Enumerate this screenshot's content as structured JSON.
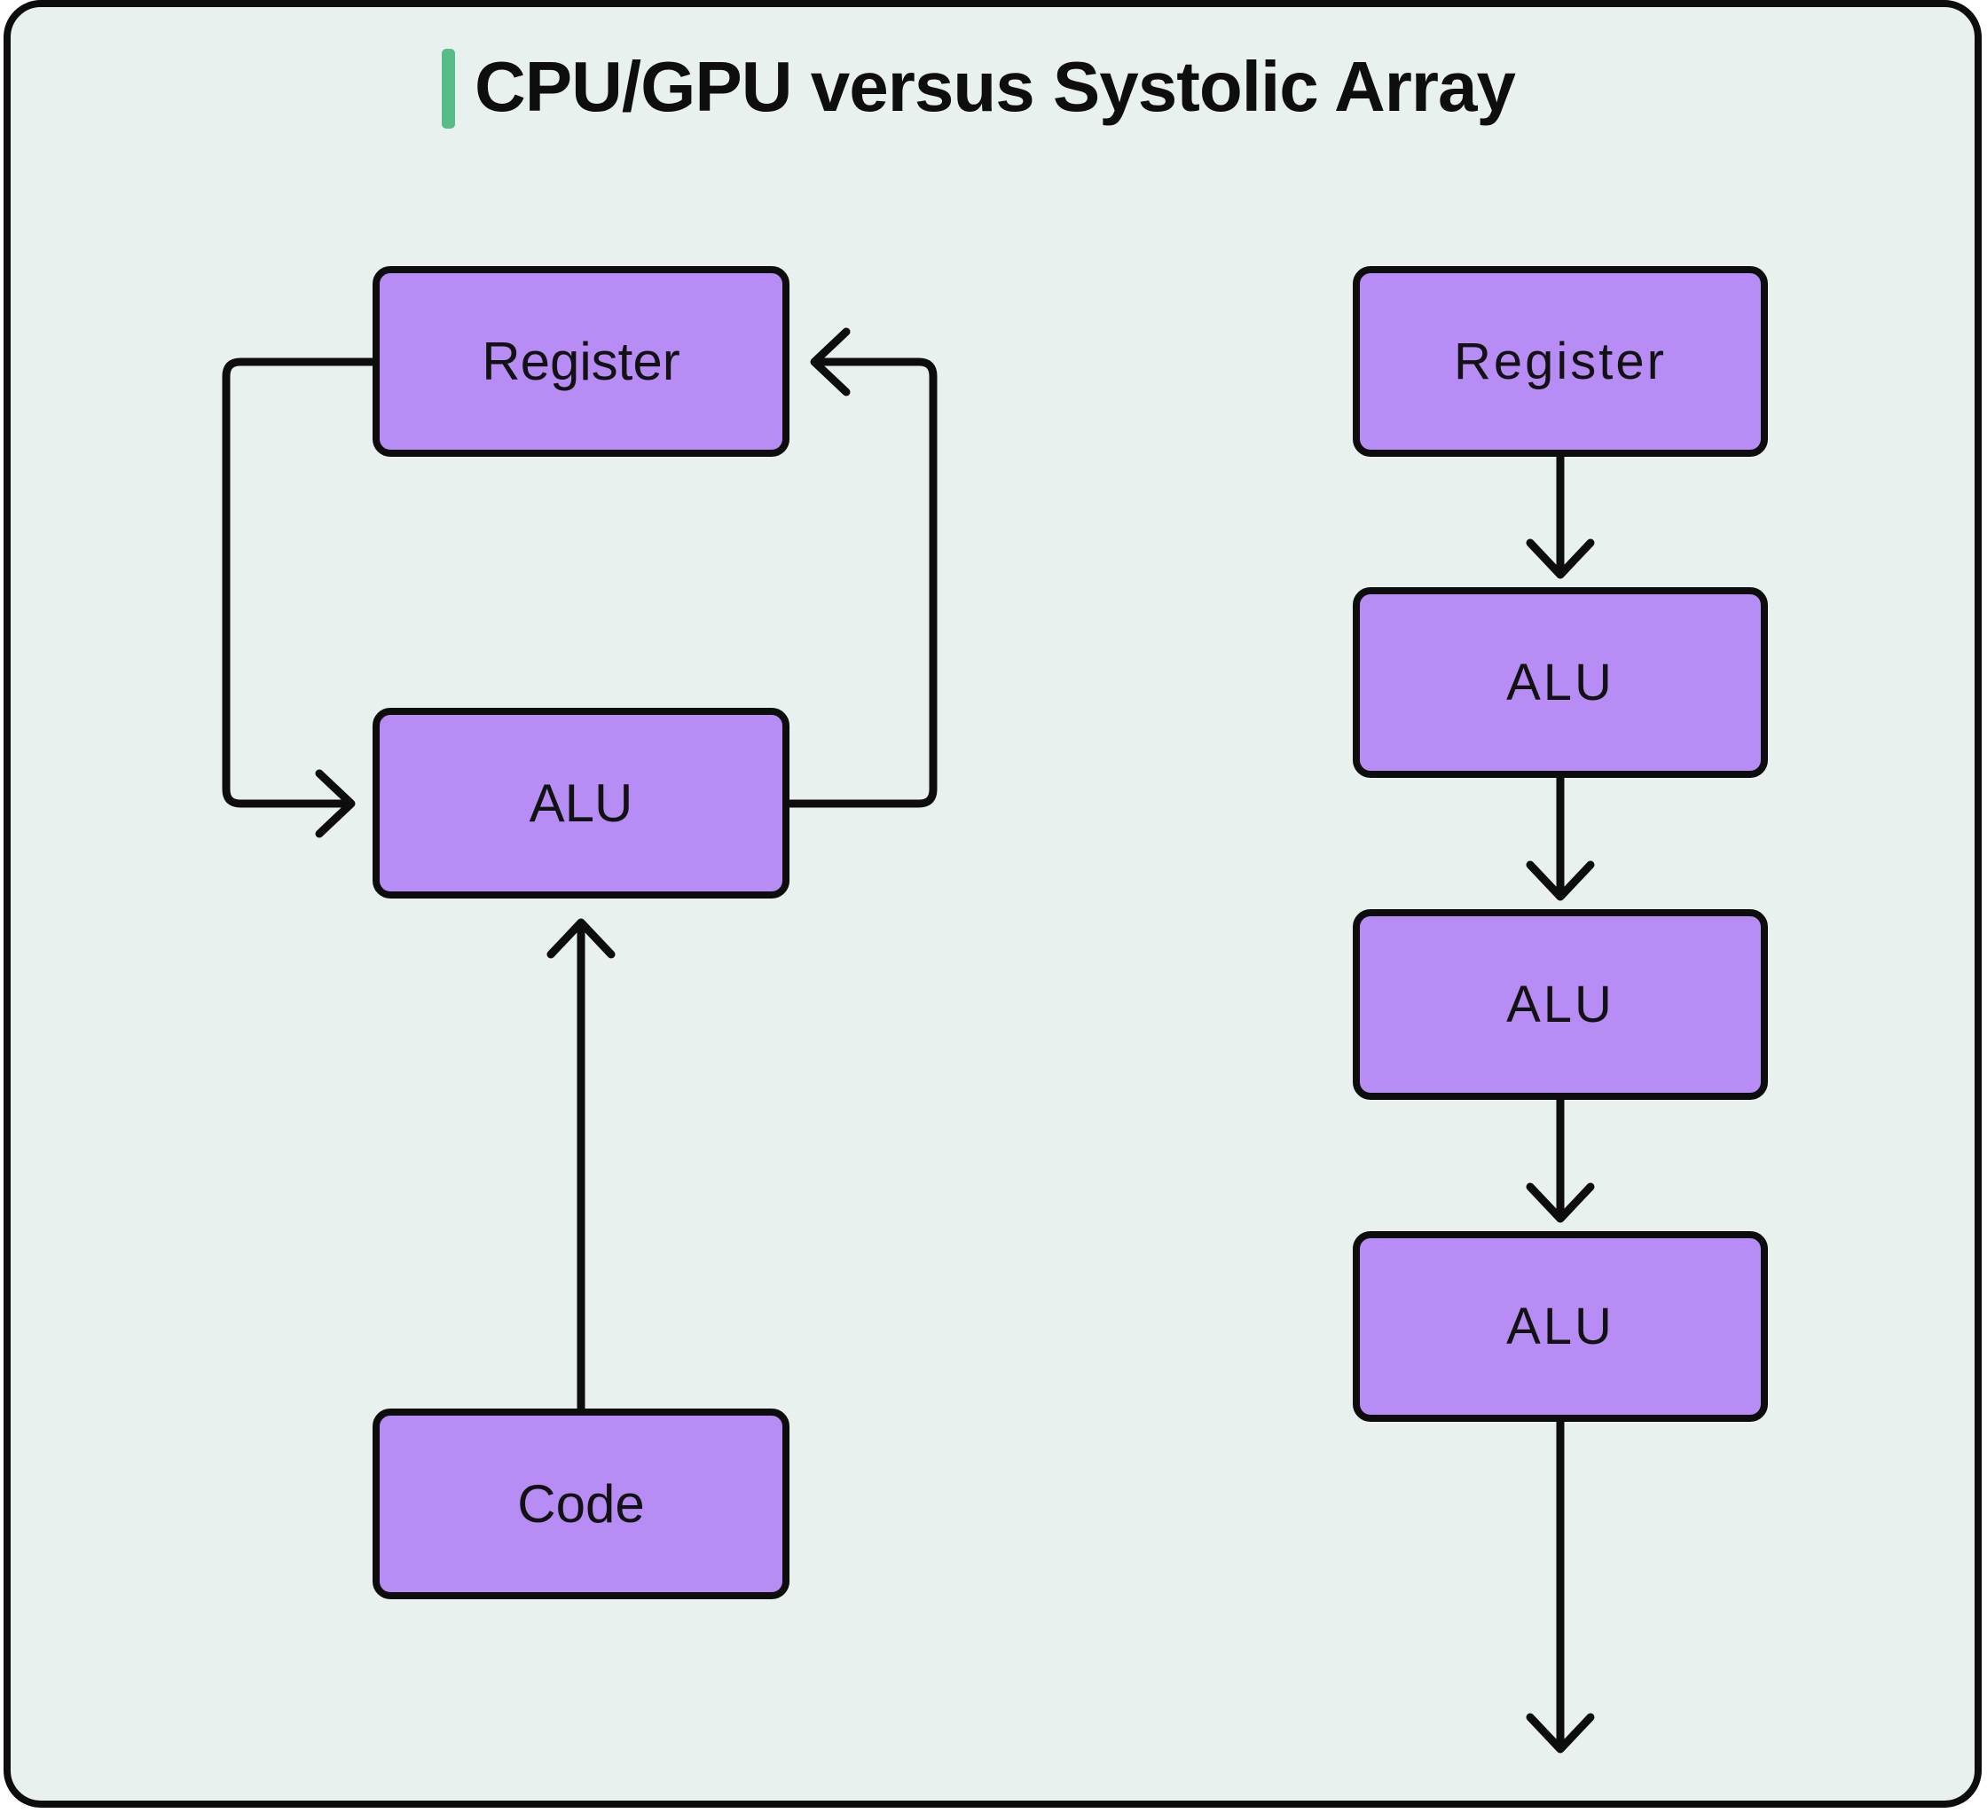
{
  "title": "CPU/GPU versus Systolic Array",
  "colors": {
    "background": "#e9f1ee",
    "box_fill": "#b78cf5",
    "stroke": "#0d0d0d",
    "accent": "#55bd85",
    "page": "#ffffff"
  },
  "cpu_gpu_diagram": {
    "register": "Register",
    "alu": "ALU",
    "code": "Code"
  },
  "systolic_diagram": {
    "register": "Register",
    "alu1": "ALU",
    "alu2": "ALU",
    "alu3": "ALU"
  }
}
